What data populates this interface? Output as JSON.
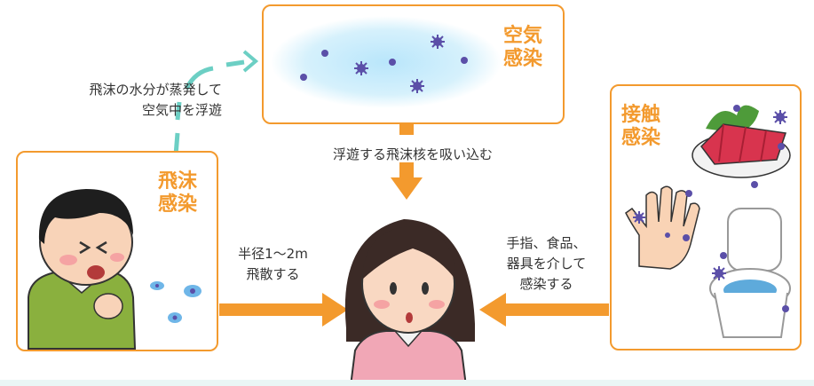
{
  "boxes": {
    "airborne": {
      "title_line1": "空気",
      "title_line2": "感染"
    },
    "droplet": {
      "title_line1": "飛沫",
      "title_line2": "感染"
    },
    "contact": {
      "title_line1": "接触",
      "title_line2": "感染"
    }
  },
  "labels": {
    "evaporate": {
      "line1": "飛沫の水分が蒸発して",
      "line2": "空気中を浮遊"
    },
    "inhale": "浮遊する飛沫核を吸い込む",
    "droplet_spread": {
      "line1": "半径1〜2m",
      "line2": "飛散する"
    },
    "contact_spread": {
      "line1": "手指、食品、",
      "line2": "器具を介して",
      "line3": "感染する"
    }
  },
  "colors": {
    "box_border": "#f39a2e",
    "arrow": "#f39a2e",
    "dashed_arrow": "#6ccfc4",
    "germ": "#5b4fa8",
    "air_cloud": "#c7ecfb"
  },
  "icons": [
    "sneezing-boy-illustration",
    "woman-illustration",
    "sashimi-illustration",
    "hand-illustration",
    "toilet-illustration",
    "germ-icon"
  ]
}
